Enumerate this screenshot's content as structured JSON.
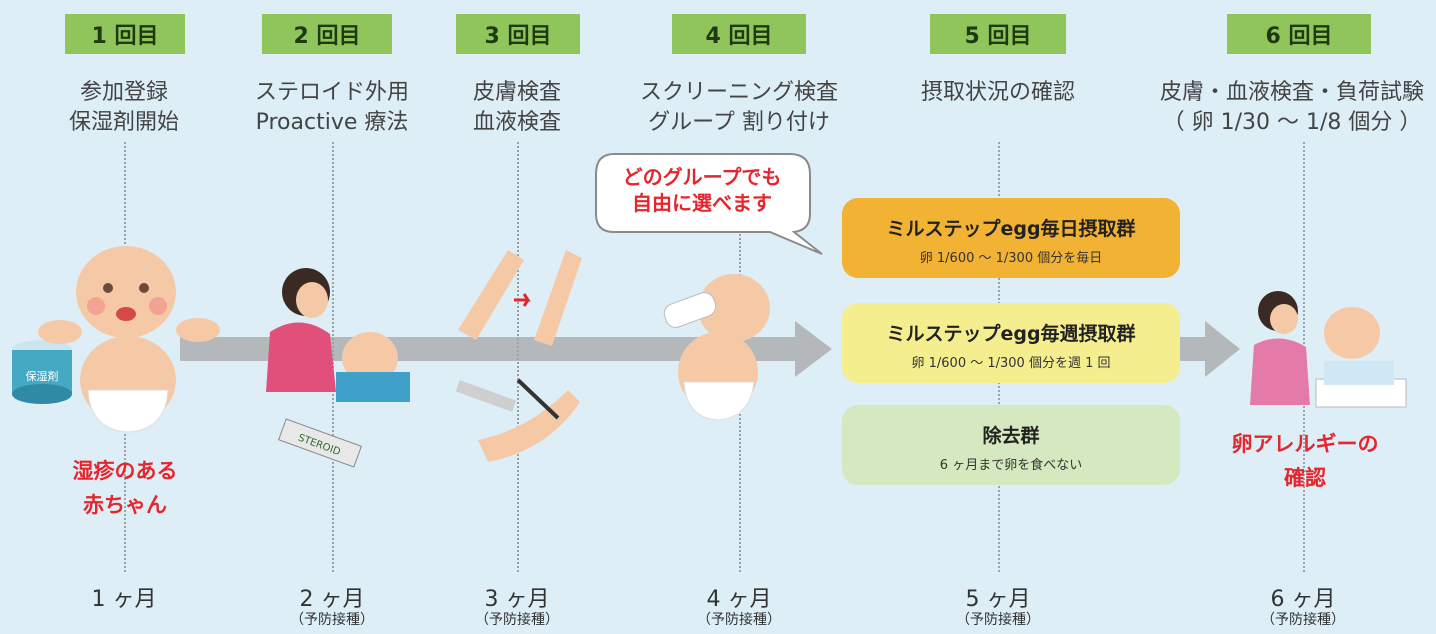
{
  "steps": [
    {
      "badge": "1 回目",
      "desc1": "参加登録",
      "desc2": "保湿剤開始",
      "month": "1 ヶ月",
      "note": ""
    },
    {
      "badge": "2 回目",
      "desc1": "ステロイド外用",
      "desc2": "Proactive 療法",
      "month": "2 ヶ月",
      "note": "（予防接種）"
    },
    {
      "badge": "3 回目",
      "desc1": "皮膚検査",
      "desc2": "血液検査",
      "month": "3 ヶ月",
      "note": "（予防接種）"
    },
    {
      "badge": "4 回目",
      "desc1": "スクリーニング検査",
      "desc2": "グループ 割り付け",
      "month": "4 ヶ月",
      "note": "（予防接種）"
    },
    {
      "badge": "5 回目",
      "desc1": "摂取状況の確認",
      "desc2": "",
      "month": "5 ヶ月",
      "note": "（予防接種）"
    },
    {
      "badge": "6 回目",
      "desc1": "皮膚・血液検査・負荷試験",
      "desc2": "（ 卵 1/30 〜 1/8 個分 ）",
      "month": "6 ヶ月",
      "note": "（予防接種）"
    }
  ],
  "bubble": {
    "line1": "どのグループでも",
    "line2": "自由に選べます"
  },
  "groups": [
    {
      "title": "ミルステップegg毎日摂取群",
      "sub": "卵 1/600 〜 1/300 個分を毎日",
      "color": "#f2b233"
    },
    {
      "title": "ミルステップegg毎週摂取群",
      "sub": "卵 1/600 〜 1/300 個分を週 1 回",
      "color": "#f5ee8e"
    },
    {
      "title": "除去群",
      "sub": "6 ヶ月まで卵を食べない",
      "color": "#d6e8bf"
    }
  ],
  "labels": {
    "baby_line1": "湿疹のある",
    "baby_line2": "赤ちゃん",
    "allergy_line1": "卵アレルギーの",
    "allergy_line2": "確認"
  },
  "icons": {
    "moisturizer_label": "保湿剤",
    "steroid_label": "STEROID"
  },
  "colors": {
    "background": "#ddeef7",
    "badge": "#8fc55a",
    "arrow": "#b4b8ba",
    "emphasis": "#e5262e"
  }
}
